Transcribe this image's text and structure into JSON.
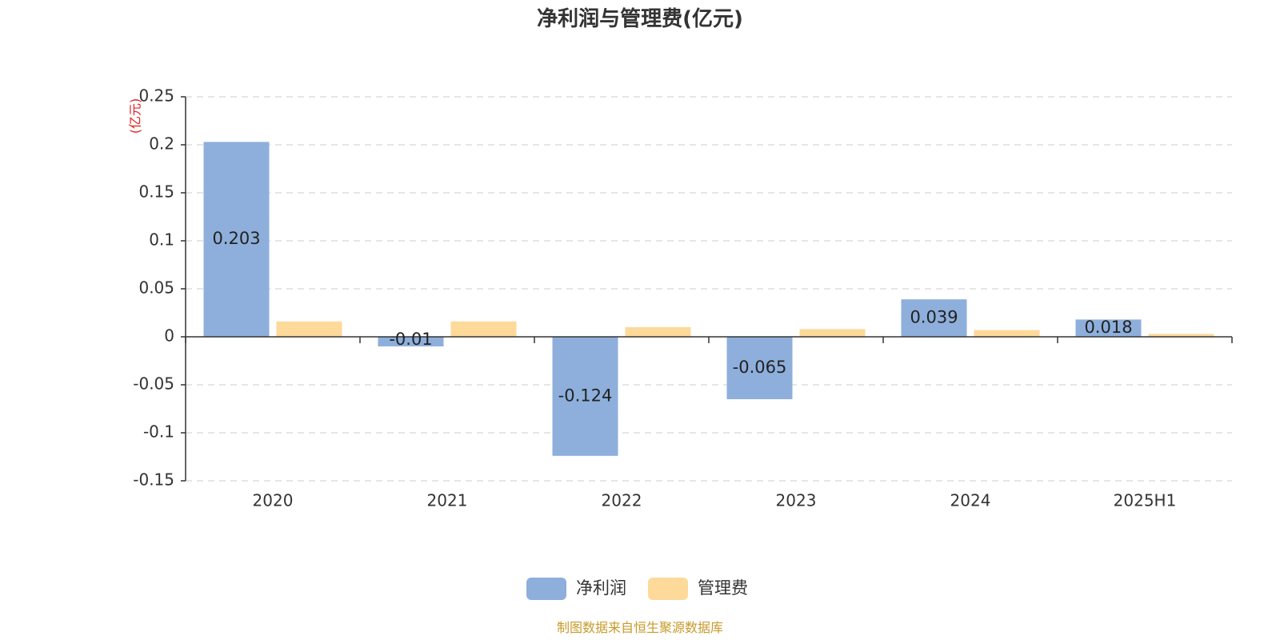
{
  "chart_data": {
    "type": "bar",
    "title": "净利润与管理费(亿元)",
    "unit_label": "(亿元)",
    "categories": [
      "2020",
      "2021",
      "2022",
      "2023",
      "2024",
      "2025H1"
    ],
    "series": [
      {
        "name": "净利润",
        "color": "#8eafdb",
        "values": [
          0.203,
          -0.01,
          -0.124,
          -0.065,
          0.039,
          0.018
        ],
        "labels": [
          "0.203",
          "-0.01",
          "-0.124",
          "-0.065",
          "0.039",
          "0.018"
        ]
      },
      {
        "name": "管理费",
        "color": "#fdd99a",
        "values": [
          0.016,
          0.016,
          0.01,
          0.008,
          0.007,
          0.003
        ]
      }
    ],
    "ylim": [
      -0.15,
      0.25
    ],
    "yticks": [
      0.25,
      0.2,
      0.15,
      0.1,
      0.05,
      0,
      -0.05,
      -0.1,
      -0.15
    ],
    "ytick_labels": [
      "0.25",
      "0.2",
      "0.15",
      "0.1",
      "0.05",
      "0",
      "-0.05",
      "-0.1",
      "-0.15"
    ],
    "grid": true,
    "legend_position": "bottom-center"
  },
  "source_text": "制图数据来自恒生聚源数据库"
}
